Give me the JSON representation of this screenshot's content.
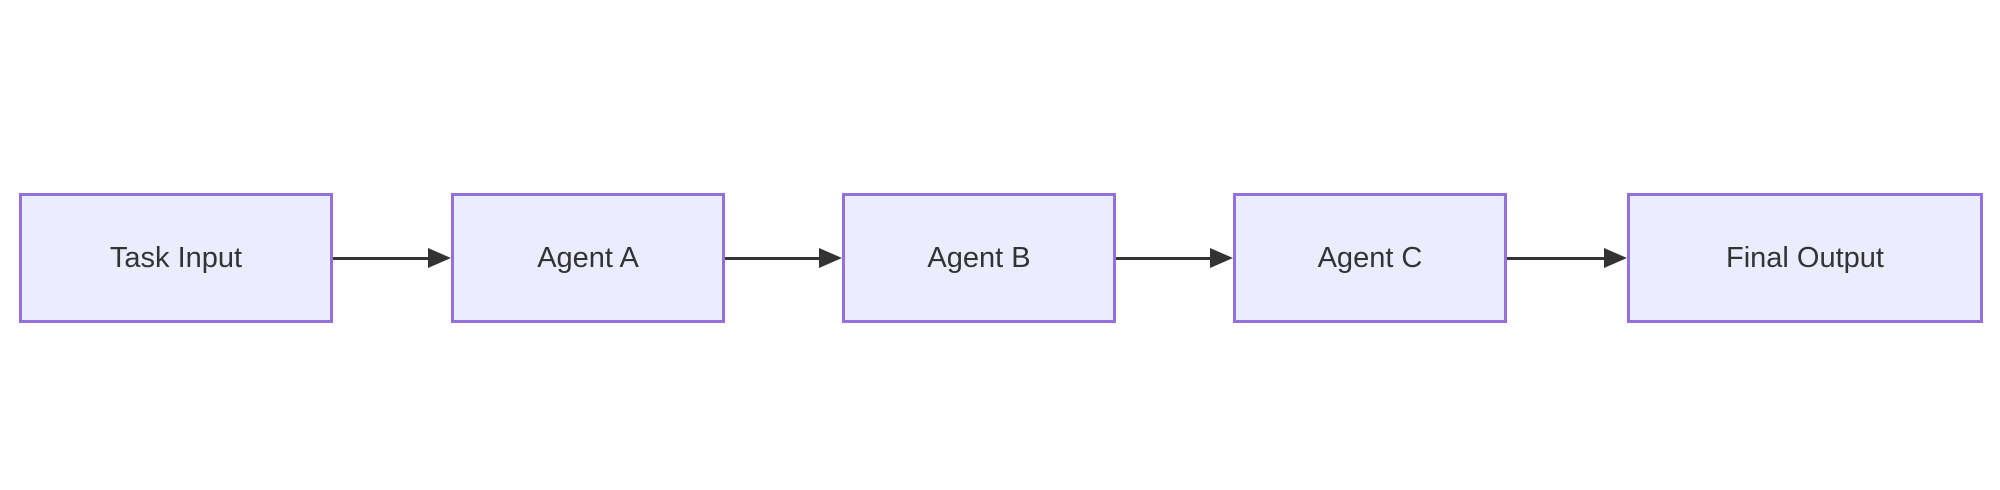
{
  "diagram": {
    "type": "flowchart",
    "direction": "left-to-right",
    "background_color": "#ffffff",
    "node_fill_color": "#ECECFF",
    "node_border_color": "#9370DB",
    "text_color": "#333333",
    "arrow_color": "#333333",
    "nodes": [
      {
        "id": "task-input",
        "label": "Task Input"
      },
      {
        "id": "agent-a",
        "label": "Agent A"
      },
      {
        "id": "agent-b",
        "label": "Agent B"
      },
      {
        "id": "agent-c",
        "label": "Agent C"
      },
      {
        "id": "final-output",
        "label": "Final Output"
      }
    ],
    "edges": [
      {
        "from": "Task Input",
        "to": "Agent A"
      },
      {
        "from": "Agent A",
        "to": "Agent B"
      },
      {
        "from": "Agent B",
        "to": "Agent C"
      },
      {
        "from": "Agent C",
        "to": "Final Output"
      }
    ]
  }
}
